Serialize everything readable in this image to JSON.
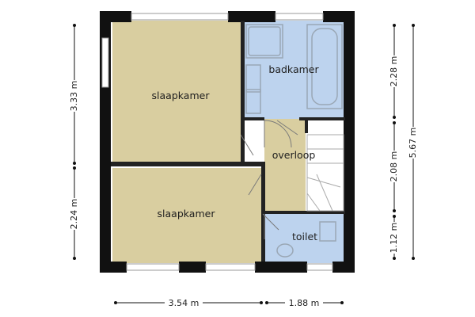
{
  "rooms": {
    "bedroom_top": "slaapkamer",
    "bedroom_bottom": "slaapkamer",
    "bathroom": "badkamer",
    "landing": "overloop",
    "toilet": "toilet"
  },
  "dimensions": {
    "left_top": "3.33 m",
    "left_bottom": "2.24 m",
    "right_top": "2.28 m",
    "right_middle": "2.08 m",
    "right_bottom": "1.12 m",
    "right_total": "5.67 m",
    "bottom_left": "3.54 m",
    "bottom_right": "1.88 m"
  },
  "colors": {
    "bedroom_floor": "#d9cea0",
    "wet_room_floor": "#bdd3ee",
    "landing_floor": "#d9cea0",
    "wall": "#111111"
  }
}
